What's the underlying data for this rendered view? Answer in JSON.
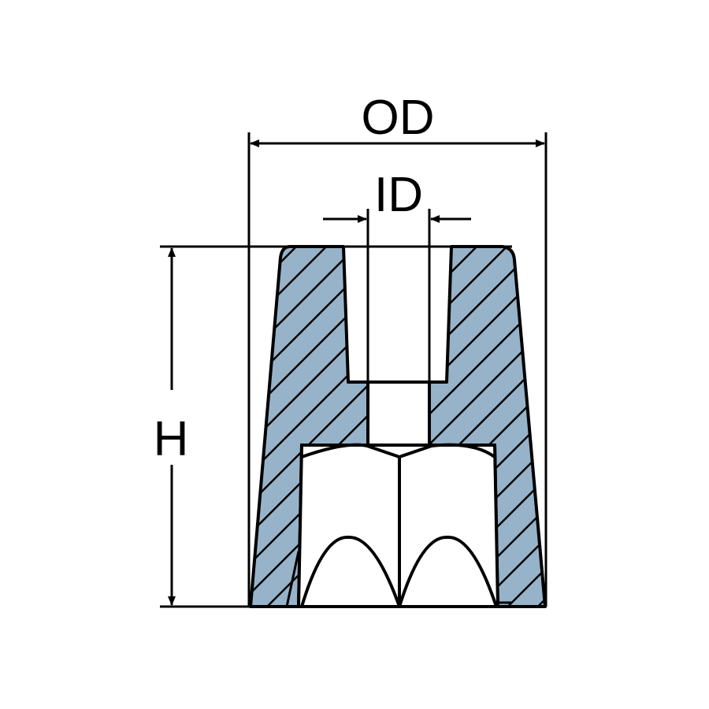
{
  "labels": {
    "outer_diameter": "OD",
    "inner_diameter": "ID",
    "height": "H"
  },
  "colors": {
    "section_fill": "#97B3C9",
    "line": "#000000",
    "background": "#ffffff"
  }
}
